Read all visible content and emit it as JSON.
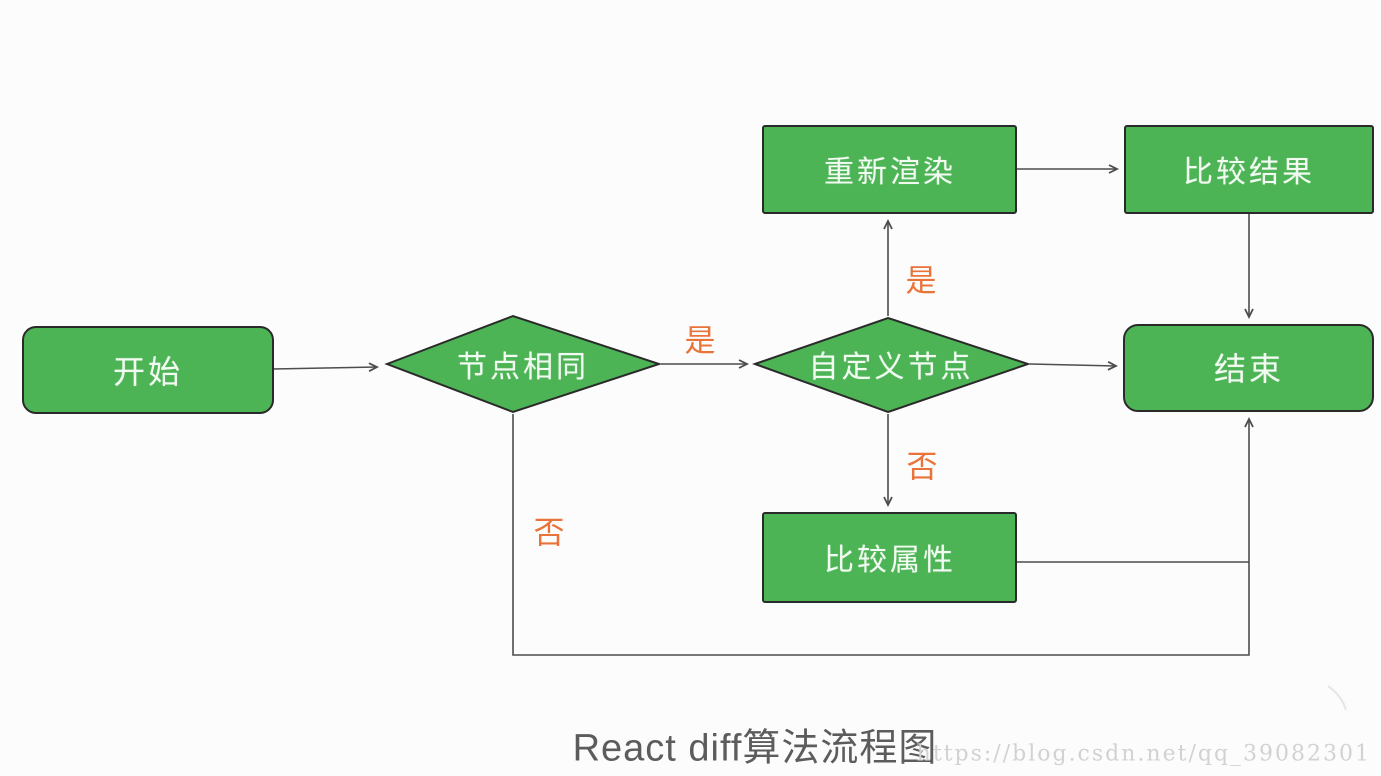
{
  "diagram": {
    "title": "React diff算法流程图",
    "watermark": "https://blog.csdn.net/qq_39082301",
    "colors": {
      "background": "#fcfcfc",
      "node_fill": "#4db456",
      "node_border": "#2a2a2a",
      "node_text": "#f1fbf1",
      "edge_label": "#e8743a",
      "line": "#4d4d4d",
      "title_text": "#5c5c5c",
      "watermark_text": "#d2d2d2"
    },
    "nodes": {
      "start": {
        "label": "开始",
        "shape": "rounded-rect"
      },
      "same_node": {
        "label": "节点相同",
        "shape": "diamond"
      },
      "custom_node": {
        "label": "自定义节点",
        "shape": "diamond"
      },
      "rerender": {
        "label": "重新渲染",
        "shape": "rect"
      },
      "compare_result": {
        "label": "比较结果",
        "shape": "rect"
      },
      "end": {
        "label": "结束",
        "shape": "rounded-rect"
      },
      "compare_props": {
        "label": "比较属性",
        "shape": "rect"
      }
    },
    "edges": [
      {
        "from": "start",
        "to": "same_node",
        "label": ""
      },
      {
        "from": "same_node",
        "to": "custom_node",
        "label": "是"
      },
      {
        "from": "custom_node",
        "to": "rerender",
        "label": "是"
      },
      {
        "from": "custom_node",
        "to": "compare_props",
        "label": "否"
      },
      {
        "from": "custom_node",
        "to": "end",
        "label": ""
      },
      {
        "from": "rerender",
        "to": "compare_result",
        "label": ""
      },
      {
        "from": "compare_result",
        "to": "end",
        "label": ""
      },
      {
        "from": "compare_props",
        "to": "end",
        "label": ""
      },
      {
        "from": "same_node",
        "to": "end",
        "label": "否"
      }
    ]
  }
}
